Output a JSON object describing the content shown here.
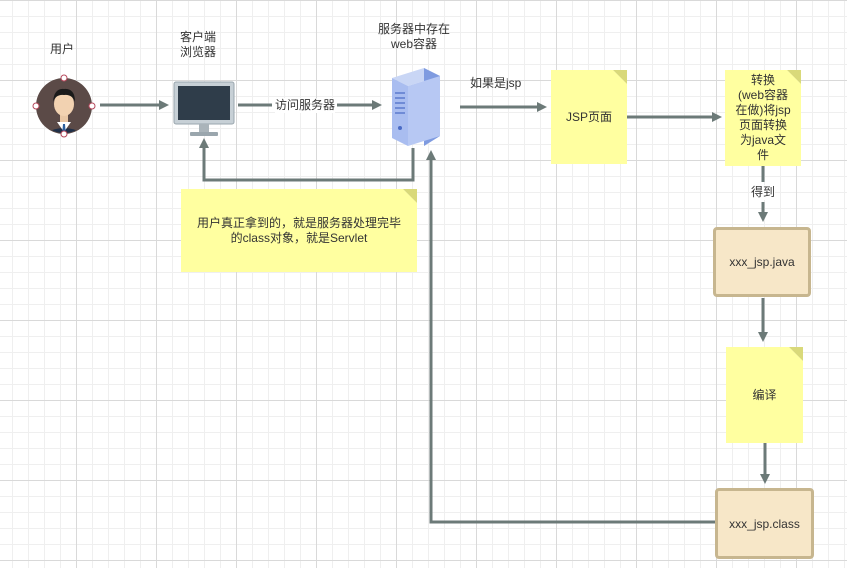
{
  "user_label": "用户",
  "client_label_line1": "客户端",
  "client_label_line2": "浏览器",
  "server_label_line1": "服务器中存在",
  "server_label_line2": "web容器",
  "edge_visit_server": "访问服务器",
  "edge_if_jsp": "如果是jsp",
  "edge_obtain": "得到",
  "note_jsp_page": "JSP页面",
  "note_convert": [
    "转换",
    "(web容器",
    "在做)将jsp",
    "页面转换",
    "为java文",
    "件"
  ],
  "note_user_line1": "用户真正拿到的，就是服务器处理完毕",
  "note_user_line2": "的class对象，就是Servlet",
  "note_compile": "编译",
  "box_java": "xxx_jsp.java",
  "box_class": "xxx_jsp.class",
  "colors": {
    "edge": "#6c7a78",
    "note": "#ffffa0",
    "box_fill": "#f7e7c8",
    "box_border": "#c7b68f"
  },
  "icons": [
    "user-avatar-icon",
    "monitor-icon",
    "server-icon"
  ]
}
